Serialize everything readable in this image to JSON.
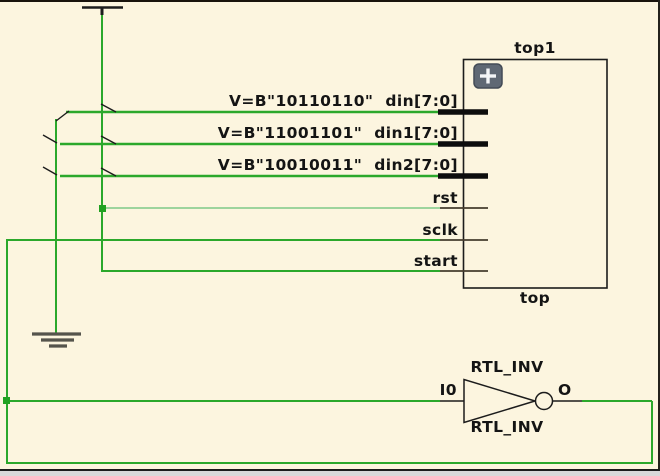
{
  "colors": {
    "canvas_bg": "#FCF5DF",
    "wire_green": "#2BA82B",
    "wire_green_pale": "#9DD49D",
    "junction_green": "#21A121",
    "symbol_black": "#1C1C1C",
    "bus_stub_black": "#0D0D0D",
    "pin_stub_dark": "#463C2E",
    "ground_gray": "#55544C",
    "expand_button_bg": "#5F6874",
    "expand_button_border": "#434B56",
    "expand_plus_white": "#F3F5F7"
  },
  "power": {
    "symbol": "vcc-rail-icon"
  },
  "ground": {
    "symbol": "ground-icon"
  },
  "block": {
    "instance_label": "top1",
    "module_label": "top",
    "expand_button_glyph": "+",
    "pins": [
      {
        "value": "V=B\"10110110\"",
        "name": "din[7:0]",
        "kind": "bus"
      },
      {
        "value": "V=B\"11001101\"",
        "name": "din1[7:0]",
        "kind": "bus"
      },
      {
        "value": "V=B\"10010011\"",
        "name": "din2[7:0]",
        "kind": "bus"
      },
      {
        "name": "rst",
        "kind": "scalar"
      },
      {
        "name": "sclk",
        "kind": "scalar"
      },
      {
        "name": "start",
        "kind": "scalar"
      }
    ]
  },
  "inverter": {
    "type_label": "RTL_INV",
    "instance_label": "RTL_INV",
    "input_pin": "I0",
    "output_pin": "O"
  }
}
